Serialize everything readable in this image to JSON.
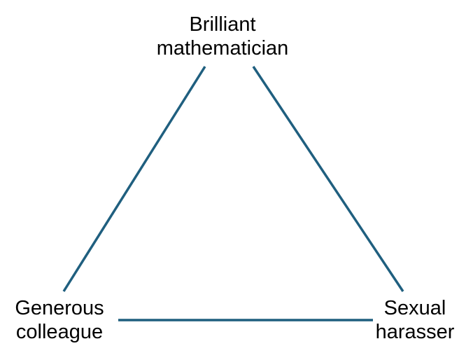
{
  "nodes": {
    "top": {
      "line1": "Brilliant",
      "line2": "mathematician"
    },
    "left": {
      "line1": "Generous",
      "line2": "colleague"
    },
    "right": {
      "line1": "Sexual",
      "line2": "harasser"
    }
  },
  "colors": {
    "edge": "#1f5f7f",
    "text": "#000000",
    "background": "#ffffff"
  }
}
